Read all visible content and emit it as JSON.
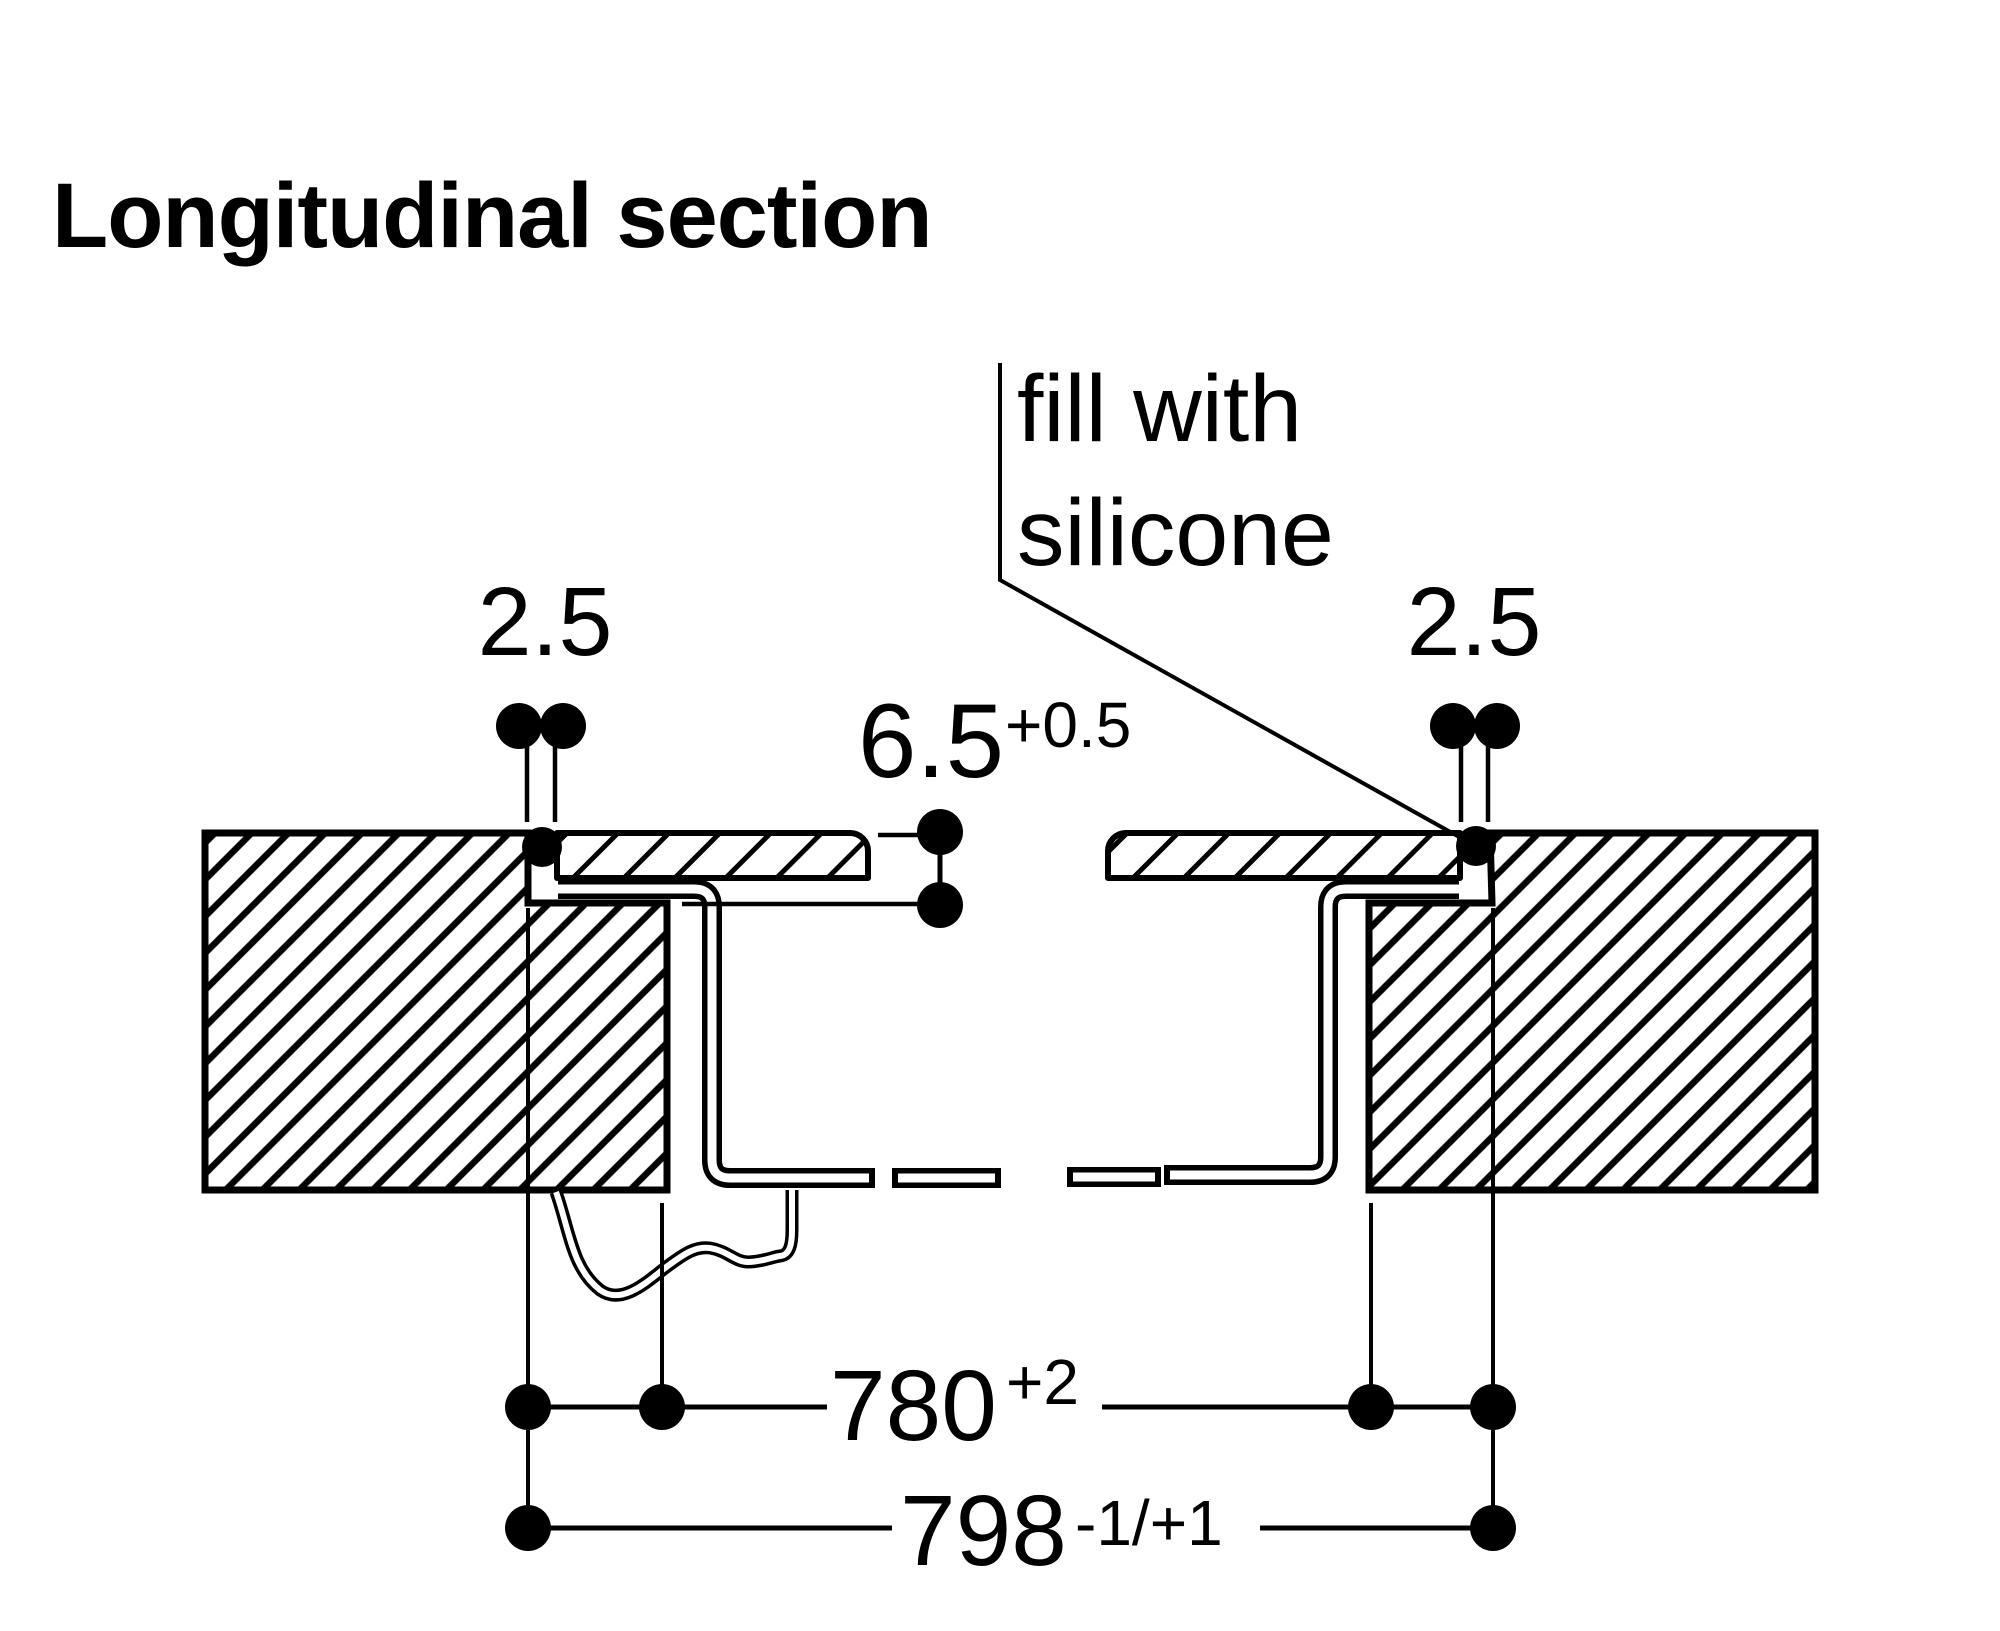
{
  "title": "Longitudinal section",
  "annotations": {
    "silicone": {
      "line1": "fill with",
      "line2": "silicone"
    }
  },
  "dimensions": {
    "gap_left": {
      "value": "2.5"
    },
    "gap_right": {
      "value": "2.5"
    },
    "recess_depth": {
      "value": "6.5",
      "tolerance": "+0.5"
    },
    "cutout_width": {
      "value": "780",
      "tolerance": "+2"
    },
    "glass_width": {
      "value": "798",
      "tolerance": "-1/+1"
    }
  },
  "colors": {
    "line": "#000000",
    "background": "#ffffff"
  }
}
